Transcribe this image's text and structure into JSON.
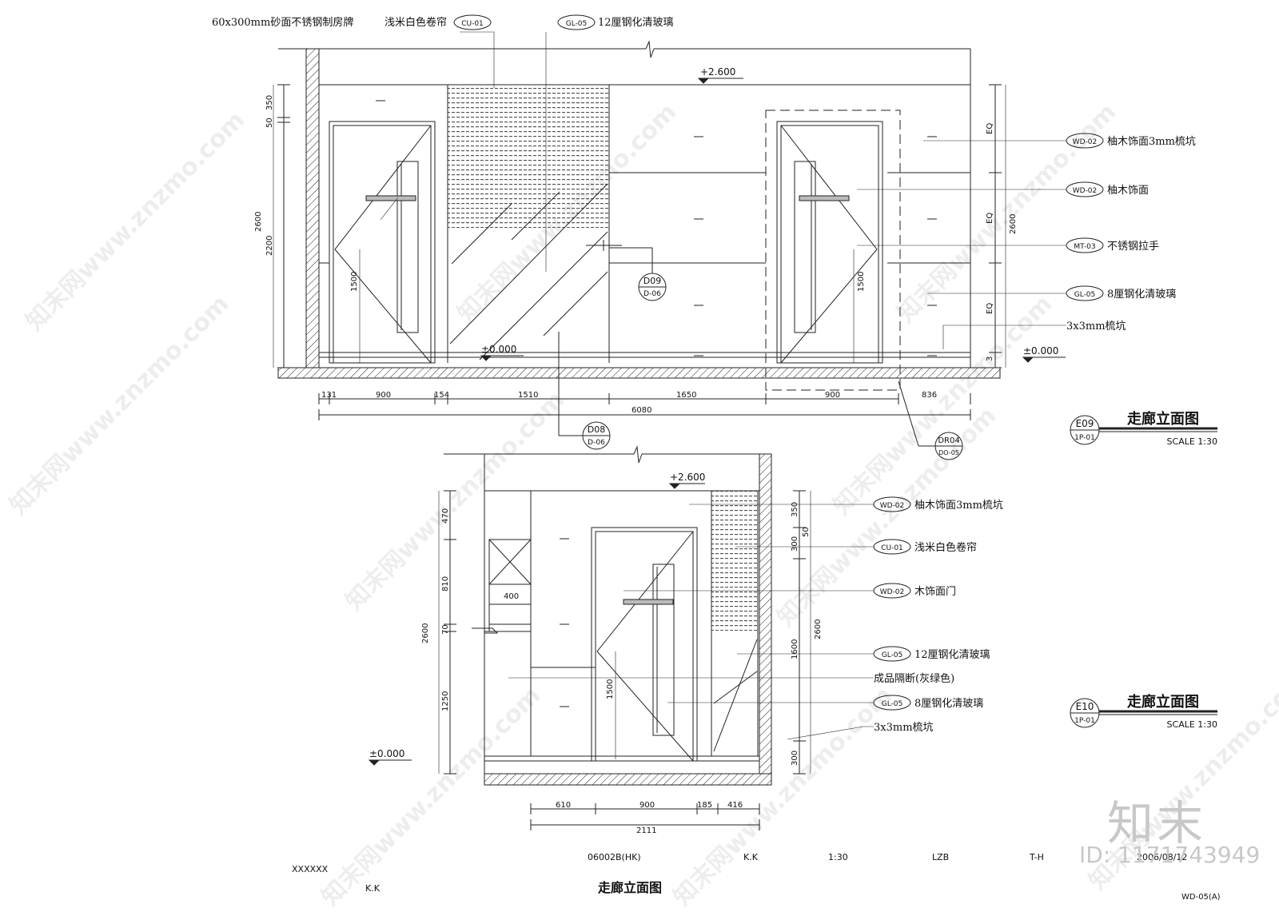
{
  "watermark": "知末网www.znzmo.com",
  "brand": {
    "logo": "知末",
    "id": "ID: 1171743949"
  },
  "e09": {
    "top_labels": {
      "sign": "60x300mm砂面不锈钢制房牌",
      "curtain": "浅米白色卷帘",
      "curtain_tag": "CU-01",
      "glass_tag": "GL-05",
      "glass": "12厘钢化清玻璃"
    },
    "levels": {
      "top": "+2.600",
      "floor_left": "±0.000",
      "floor_right": "±0.000"
    },
    "dims_left": {
      "d350": "350",
      "d50": "50",
      "d2600": "2600",
      "d2200": "2200",
      "d1500": "1500"
    },
    "dims_right": {
      "eq1": "EQ",
      "eq2": "EQ",
      "eq3": "EQ",
      "d2600": "2600",
      "d1500": "1500",
      "d3": "3"
    },
    "dims_bottom": {
      "d131": "131",
      "d900a": "900",
      "d154": "154",
      "d1510": "1510",
      "d1650": "1650",
      "d900b": "900",
      "d836": "836",
      "total": "6080"
    },
    "callouts": [
      {
        "tag": "WD-02",
        "text": "柚木饰面3mm梳坑"
      },
      {
        "tag": "WD-02",
        "text": "柚木饰面"
      },
      {
        "tag": "MT-03",
        "text": "不锈钢拉手"
      },
      {
        "tag": "GL-05",
        "text": "8厘钢化清玻璃"
      },
      {
        "tag": "",
        "text": "3x3mm梳坑"
      }
    ],
    "ref_d09": {
      "top": "D09",
      "bottom": "D-06"
    },
    "ref_d08": {
      "top": "D08",
      "bottom": "D-06"
    },
    "ref_dr04": {
      "top": "DR04",
      "bottom": "DO-05"
    },
    "title": {
      "code": "E09",
      "sheet": "1P-01",
      "name": "走廊立面图",
      "scale": "SCALE 1:30"
    }
  },
  "e10": {
    "level_top": "+2.600",
    "level_floor": "±0.000",
    "dims_left": {
      "d470": "470",
      "d810": "810",
      "d70": "70",
      "d1250": "1250",
      "d2600": "2600",
      "d400": "400",
      "d1500": "1500"
    },
    "dims_right": {
      "d350": "350",
      "d300a": "300",
      "d50": "50",
      "d1600": "1600",
      "d2600": "2600",
      "d300b": "300"
    },
    "dims_bottom": {
      "d610": "610",
      "d900": "900",
      "d185": "185",
      "d416": "416",
      "total": "2111"
    },
    "callouts": [
      {
        "tag": "WD-02",
        "text": "柚木饰面3mm梳坑"
      },
      {
        "tag": "CU-01",
        "text": "浅米白色卷帘"
      },
      {
        "tag": "WD-02",
        "text": "木饰面门"
      },
      {
        "tag": "GL-05",
        "text": "12厘钢化清玻璃"
      },
      {
        "tag": "",
        "text": "成品隔断(灰绿色)"
      },
      {
        "tag": "GL-05",
        "text": "8厘钢化清玻璃"
      },
      {
        "tag": "",
        "text": "3x3mm梳坑"
      }
    ],
    "title": {
      "code": "E10",
      "sheet": "1P-01",
      "name": "走廊立面图",
      "scale": "SCALE 1:30"
    }
  },
  "titleblock": {
    "project_no": "06002B(HK)",
    "drawn": "K.K",
    "scale": "1:30",
    "checked": "LZB",
    "approved": "T-H",
    "date": "2006/08/12",
    "client": "XXXXXX",
    "designer": "K.K",
    "drawing_title": "走廊立面图",
    "drawing_no": "WD-05(A)"
  }
}
